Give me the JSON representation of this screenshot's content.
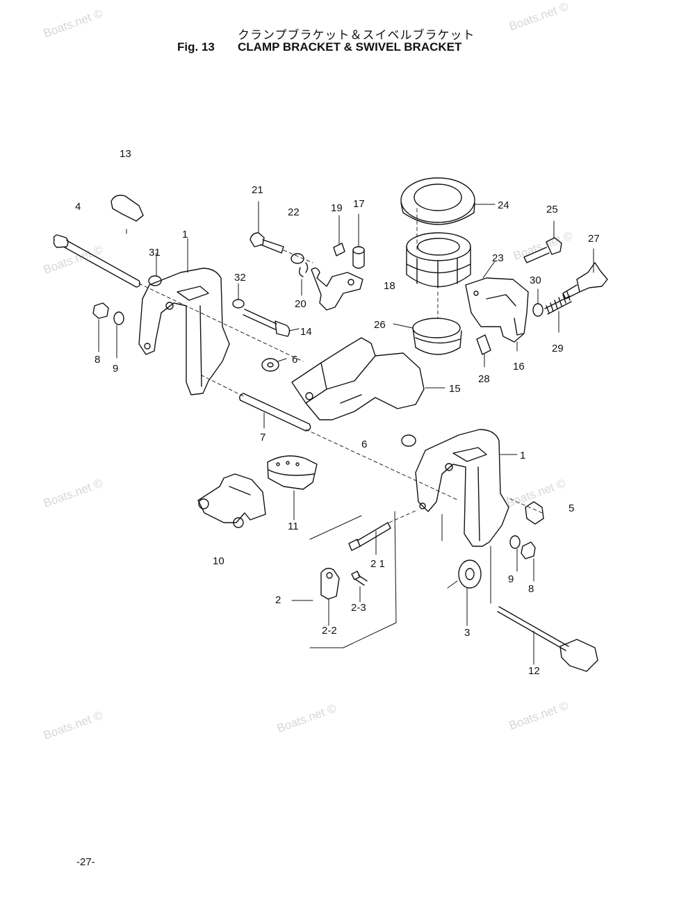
{
  "header": {
    "title_jp": "クランプブラケット＆スイベルブラケット",
    "figure": "Fig. 13",
    "title_en": "CLAMP BRACKET & SWIVEL BRACKET"
  },
  "footer": {
    "page_number": "-27-"
  },
  "watermark": "Boats.net ©",
  "part_labels": [
    "13",
    "4",
    "21",
    "22",
    "19",
    "17",
    "24",
    "25",
    "27",
    "1",
    "31",
    "32",
    "20",
    "18",
    "23",
    "30",
    "8",
    "9",
    "14",
    "26",
    "6",
    "28",
    "16",
    "29",
    "15",
    "7",
    "6",
    "1",
    "5",
    "11",
    "10",
    "2 1",
    "9",
    "8",
    "2",
    "2-3",
    "3",
    "2-2",
    "12"
  ]
}
